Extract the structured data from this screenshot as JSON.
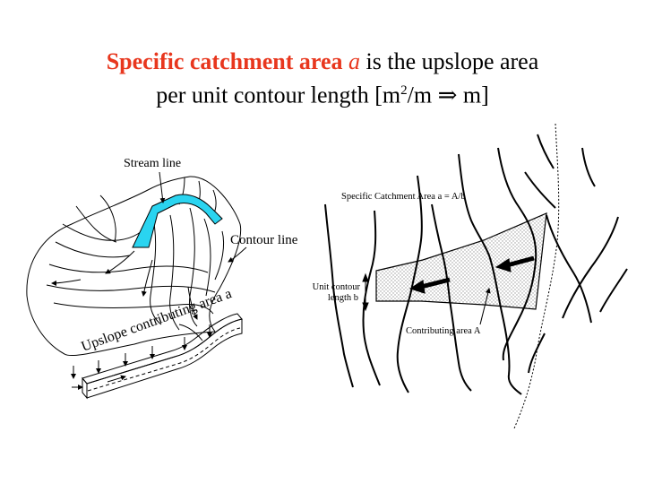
{
  "title": {
    "highlight": "Specific catchment area",
    "variable": "a",
    "rest_line1": "is the upslope area",
    "line2_prefix": "per unit contour length [m",
    "sup": "2",
    "line2_suffix": "/m ⇒ m]"
  },
  "left_diagram": {
    "stream_line_label": "Stream line",
    "contour_line_label": "Contour line",
    "upslope_label": "Upslope contributing area a",
    "stream_color": "#2ad4f0"
  },
  "right_diagram": {
    "specific_catchment_label": "Specific Catchment Area  a = A/b",
    "unit_contour_label_1": "Unit contour",
    "unit_contour_label_2": "length b",
    "contributing_area_label": "Contributing area A"
  },
  "colors": {
    "accent": "#e8371e",
    "stream": "#2ad4f0"
  }
}
